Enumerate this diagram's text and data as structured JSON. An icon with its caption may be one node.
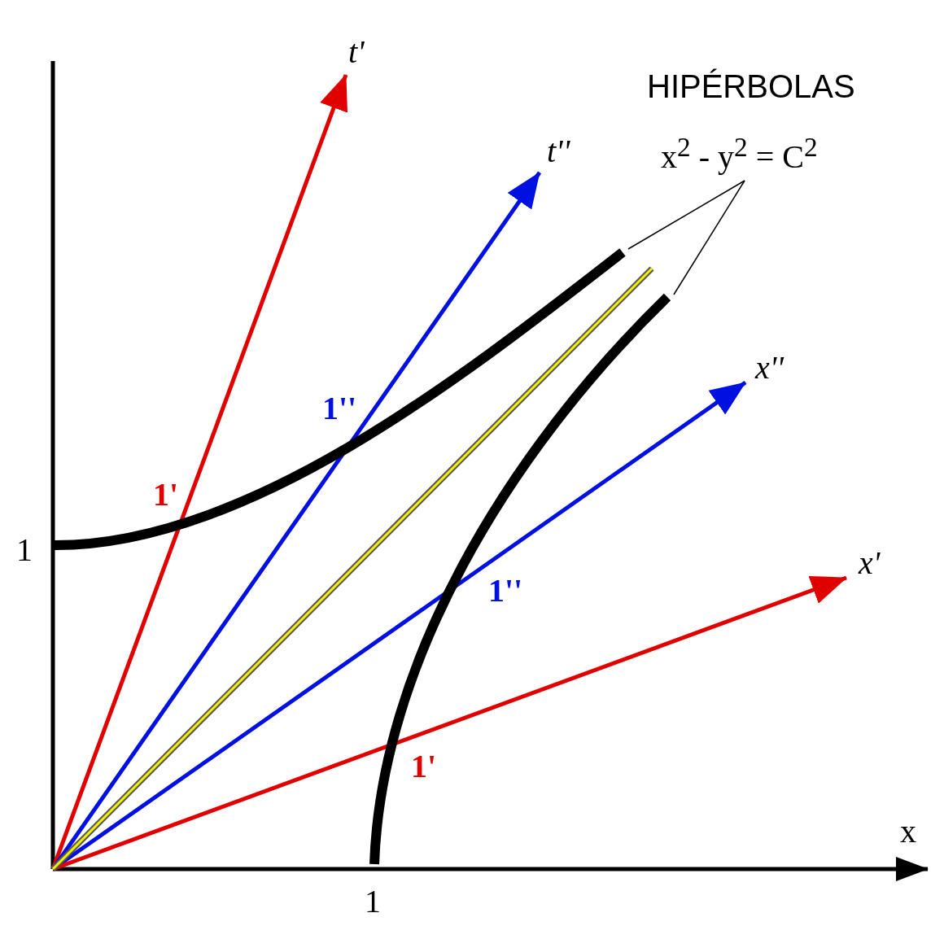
{
  "diagram": {
    "title": "HIPÉRBOLAS",
    "nodes": [
      {
        "text": [
          "x$^{2}$ - y$^{2}$ = C$^{2}$"
        ]
      },
      {
        "text": [],
        "shape": "curve"
      },
      {
        "text": [],
        "shape": "curve"
      }
    ],
    "edges": [
      {
        "from": 0,
        "to": 1,
        "arrow": "none"
      },
      {
        "from": 0,
        "to": 2,
        "arrow": "none"
      }
    ],
    "labels": [
      "t'",
      "t''",
      "x''",
      "1''",
      "1'",
      "1",
      "1''",
      "x'",
      "1'",
      "x",
      "1"
    ]
  }
}
